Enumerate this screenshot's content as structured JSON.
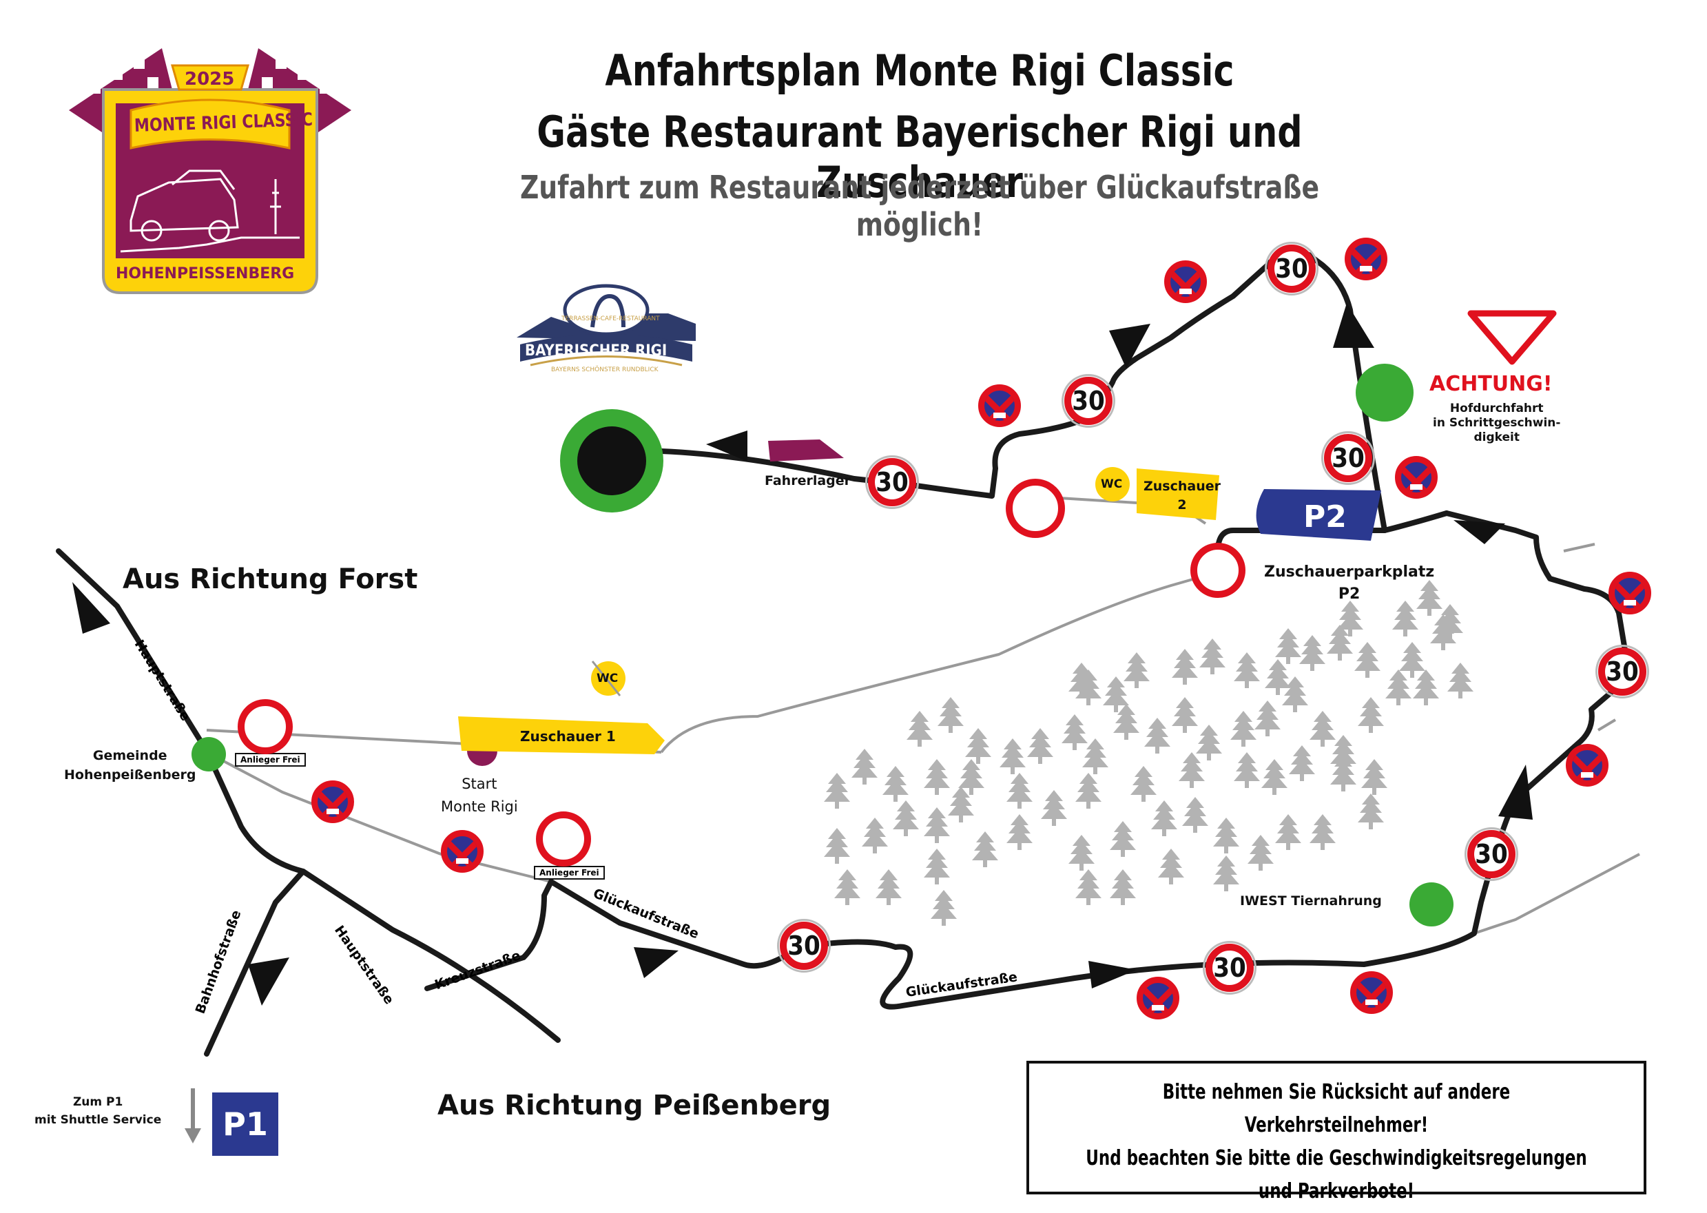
{
  "title": {
    "line1": "Anfahrtsplan Monte Rigi Classic",
    "line2": "Gäste Restaurant Bayerischer Rigi und Zuschauer",
    "line3": "Zufahrt zum Restaurant jederzeit über Glückaufstraße möglich!"
  },
  "logo": {
    "year": "2025",
    "name": "MONTE RIGI CLASSIC",
    "town": "HOHENPEISSENBERG"
  },
  "restaurant_logo": {
    "name": "BAYERISCHER RIGI",
    "arc_text": "TERRASSEN-CAFE-RESTAURANT",
    "tagline": "BAYERNS SCHÖNSTER RUNDBLICK"
  },
  "directions": {
    "from_forst": "Aus Richtung Forst",
    "from_peissenberg": "Aus Richtung Peißenberg"
  },
  "roads": {
    "hauptstrasse_1": "Hauptstraße",
    "hauptstrasse_2": "Hauptstraße",
    "bahnhofstrasse": "Bahnhofstraße",
    "kreuzstrasse": "Kreuzstraße",
    "glueckauf_1": "Glückaufstraße",
    "glueckauf_2": "Glückaufstraße"
  },
  "places": {
    "gemeinde": "Gemeinde\nHohenpeißenberg",
    "start": "Start\nMonte Rigi",
    "zuschauer1": "Zuschauer 1",
    "zuschauer2": "Zuschauer\n2",
    "wc": "WC",
    "fahrerlager": "Fahrerlager",
    "p2": "P2",
    "parkplatz_p2": "Zuschauerparkplatz\nP2",
    "iwest": "IWEST Tiernahrung",
    "achtung": "ACHTUNG!",
    "achtung_sub": "Hofdurchfahrt\nin Schrittgeschwin-\ndigkeit",
    "p1": "P1",
    "zum_p1": "Zum P1\nmit Shuttle Service",
    "anlieger": "Anlieger Frei"
  },
  "speed_limit": "30",
  "notice": [
    "Bitte nehmen Sie Rücksicht auf andere Verkehrsteilnehmer!",
    "Und beachten Sie bitte die Geschwindigkeitsregelungen",
    "und Parkverbote!"
  ],
  "colors": {
    "road": "#1a1a1a",
    "side_road": "#999999",
    "sign_red": "#e0111e",
    "parking_blue": "#2b3990",
    "spectator_yellow": "#fdd20a",
    "green": "#3aaa35",
    "paddock_purple": "#8b1a55",
    "tree_gray": "#b3b3b3"
  }
}
